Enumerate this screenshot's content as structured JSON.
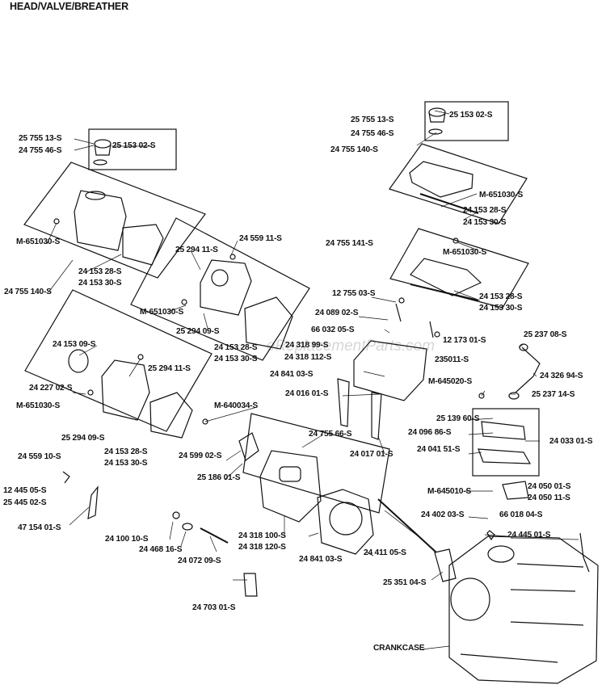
{
  "title": "HEAD/VALVE/BREATHER",
  "watermark": "eReplacementParts.com",
  "labels": [
    "25 755 13-S",
    "24 755 46-S",
    "25 153 02-S",
    "M-651030-S",
    "24 153 28-S",
    "24 153 30-S",
    "24 755 140-S",
    "24 559 11-S",
    "25 294 11-S",
    "M-651030-S",
    "25 294 09-S",
    "24 153 28-S",
    "24 153 30-S",
    "24 153 09-S",
    "25 294 11-S",
    "24 227 02-S",
    "M-651030-S",
    "M-640034-S",
    "25 294 09-S",
    "24 153 28-S",
    "24 153 30-S",
    "24 559 10-S",
    "12 445 05-S",
    "25 445 02-S",
    "47 154 01-S",
    "24 599 02-S",
    "25 186 01-S",
    "24 755 66-S",
    "24 100 10-S",
    "24 468 16-S",
    "24 072 09-S",
    "24 703 01-S",
    "24 318 100-S",
    "24 318 120-S",
    "24 841 03-S",
    "24 411 05-S",
    "25 351 04-S",
    "CRANKCASE",
    "25 755 13-S",
    "24 755 46-S",
    "25 153 02-S",
    "24 755 140-S",
    "M-651030-S",
    "24 153 28-S",
    "24 153 30-S",
    "24 755 141-S",
    "M-651030-S",
    "24 153 28-S",
    "24 153 30-S",
    "12 755 03-S",
    "24 089 02-S",
    "66 032 05-S",
    "24 318 99-S",
    "24 318 112-S",
    "12 173 01-S",
    "235011-S",
    "24 841 03-S",
    "24 016 01-S",
    "24 017 01-S",
    "25 237 08-S",
    "24 326 94-S",
    "M-645020-S",
    "25 237 14-S",
    "25 139 60-S",
    "24 096 86-S",
    "24 041 51-S",
    "24 033 01-S",
    "M-645010-S",
    "24 050 01-S",
    "24 050 11-S",
    "24 402 03-S",
    "66 018 04-S",
    "24 445 01-S"
  ]
}
